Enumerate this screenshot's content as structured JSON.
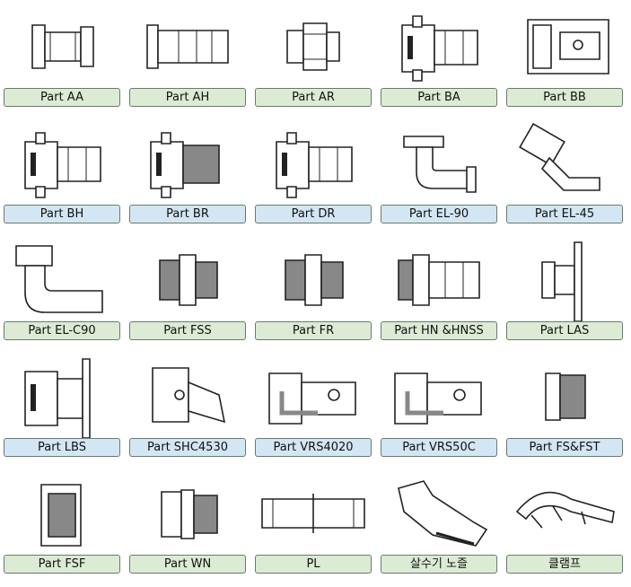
{
  "parts": [
    {
      "id": "aa",
      "label": "Part AA",
      "kind": "adapter"
    },
    {
      "id": "ah",
      "label": "Part AH",
      "kind": "adapter-hose"
    },
    {
      "id": "ar",
      "label": "Part AR",
      "kind": "adapter-thread"
    },
    {
      "id": "ba",
      "label": "Part BA",
      "kind": "coupler"
    },
    {
      "id": "bb",
      "label": "Part BB",
      "kind": "coupler-box"
    },
    {
      "id": "bh",
      "label": "Part BH",
      "kind": "coupler"
    },
    {
      "id": "br",
      "label": "Part BR",
      "kind": "coupler-thread"
    },
    {
      "id": "dr",
      "label": "Part DR",
      "kind": "coupler"
    },
    {
      "id": "el90",
      "label": "Part EL-90",
      "kind": "elbow"
    },
    {
      "id": "el45",
      "label": "Part EL-45",
      "kind": "elbow45"
    },
    {
      "id": "elc90",
      "label": "Part EL-C90",
      "kind": "elbow-c"
    },
    {
      "id": "fss",
      "label": "Part FSS",
      "kind": "thread-adapter"
    },
    {
      "id": "fr",
      "label": "Part FR",
      "kind": "thread-adapter"
    },
    {
      "id": "hn",
      "label": "Part HN &HNSS",
      "kind": "hose-nipple"
    },
    {
      "id": "las",
      "label": "Part LAS",
      "kind": "flange"
    },
    {
      "id": "lbs",
      "label": "Part LBS",
      "kind": "coupler-flange"
    },
    {
      "id": "shc",
      "label": "Part SHC4530",
      "kind": "angled"
    },
    {
      "id": "vrs4020",
      "label": "Part VRS4020",
      "kind": "valve"
    },
    {
      "id": "vrs50c",
      "label": "Part VRS50C",
      "kind": "valve"
    },
    {
      "id": "fsfst",
      "label": "Part FS&FST",
      "kind": "fs"
    },
    {
      "id": "fsf",
      "label": "Part FSF",
      "kind": "fsf"
    },
    {
      "id": "wn",
      "label": "Part WN",
      "kind": "weld-nipple"
    },
    {
      "id": "pl",
      "label": "PL",
      "kind": "pipe"
    },
    {
      "id": "nozzle",
      "label": "살수기 노즐",
      "kind": "nozzle"
    },
    {
      "id": "clamp",
      "label": "클램프",
      "kind": "clamp"
    }
  ],
  "colors": {
    "green": "#dcebd4",
    "blue": "#d3e6f4",
    "border": "#6a7a6a",
    "stroke": "#222222"
  }
}
